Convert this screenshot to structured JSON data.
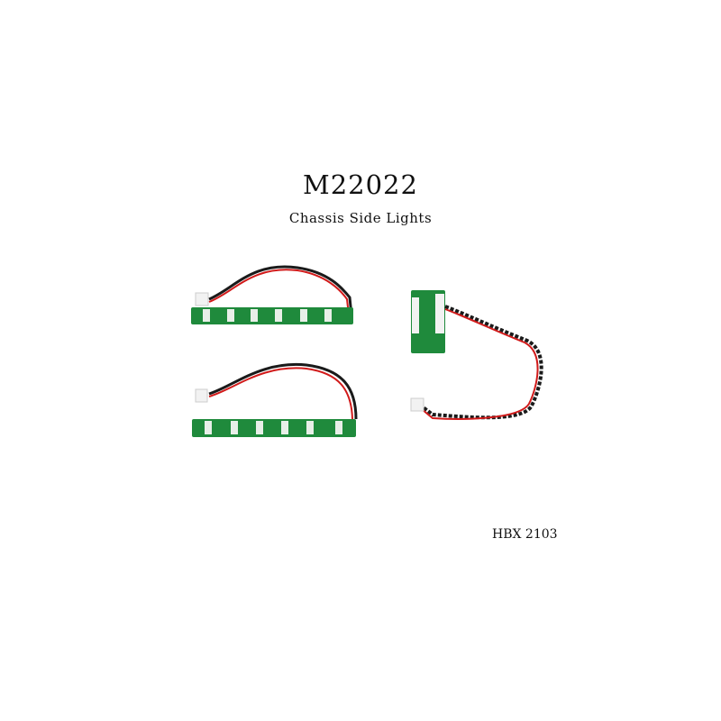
{
  "product": {
    "part_number": "M22022",
    "name": "Chassis Side Lights",
    "model": "HBX 2103"
  },
  "colors": {
    "pcb": "#1f8a3c",
    "wire_red": "#d11a1a",
    "wire_black": "#1a1a1a",
    "connector": "#f2f2f2"
  }
}
